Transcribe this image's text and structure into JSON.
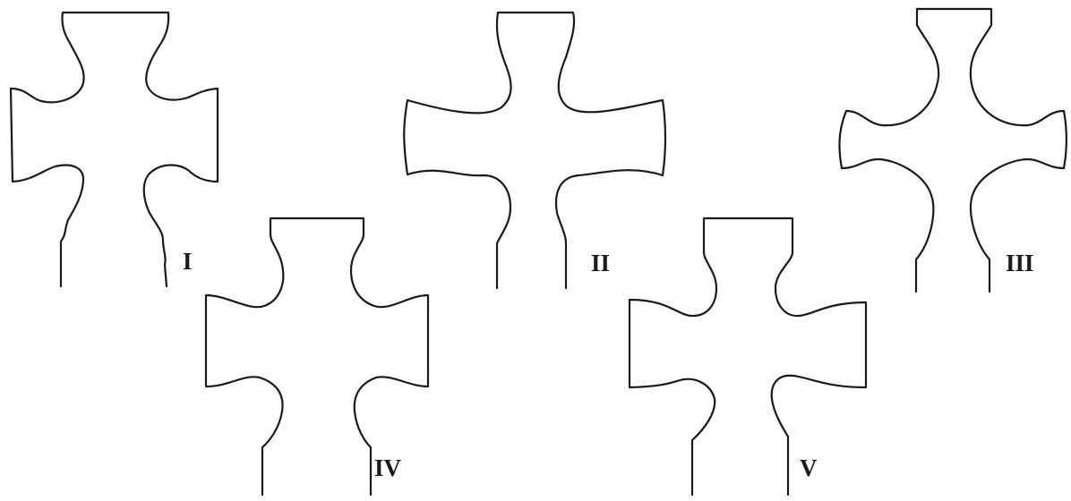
{
  "figure": {
    "background": "#ffffff",
    "line_color": "#1a1a1a",
    "shapes": [
      {
        "id": "shape-1",
        "label": "I"
      },
      {
        "id": "shape-2",
        "label": "II"
      },
      {
        "id": "shape-3",
        "label": "III"
      },
      {
        "id": "shape-4",
        "label": "IV"
      },
      {
        "id": "shape-5",
        "label": "V"
      }
    ]
  }
}
